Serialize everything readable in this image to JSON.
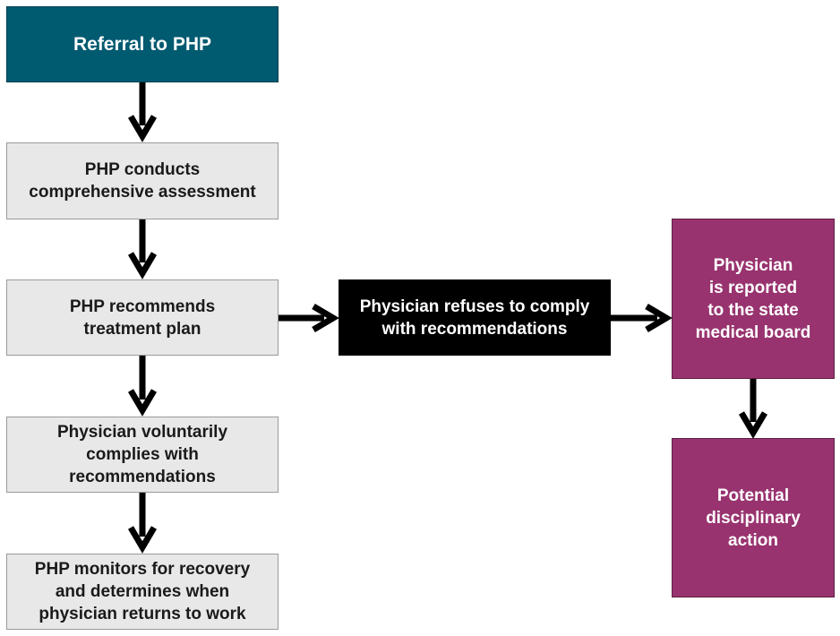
{
  "nodes": {
    "referral": {
      "lines": [
        "Referral to PHP"
      ]
    },
    "assessment": {
      "lines": [
        "PHP conducts",
        "comprehensive assessment"
      ]
    },
    "recommends": {
      "lines": [
        "PHP recommends",
        "treatment plan"
      ]
    },
    "complies": {
      "lines": [
        "Physician voluntarily",
        "complies with",
        "recommendations"
      ]
    },
    "monitors": {
      "lines": [
        "PHP monitors for recovery",
        "and determines when",
        "physician returns to work"
      ]
    },
    "refuses": {
      "lines": [
        "Physician refuses to comply",
        "with recommendations"
      ]
    },
    "reported": {
      "lines": [
        "Physician",
        "is reported",
        "to the state",
        "medical board"
      ]
    },
    "disciplinary": {
      "lines": [
        "Potential",
        "disciplinary",
        "action"
      ]
    }
  },
  "colors": {
    "teal": "#005a70",
    "gray": "#e8e8e8",
    "black": "#000000",
    "purple": "#98336f"
  }
}
